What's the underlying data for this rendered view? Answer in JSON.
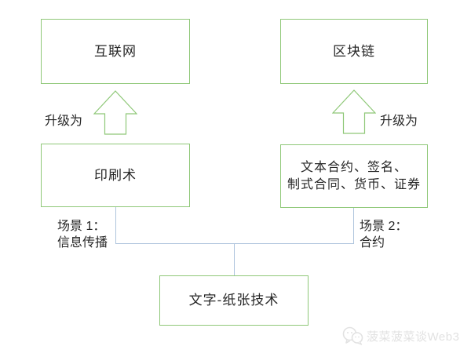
{
  "diagram": {
    "background": "#ffffff",
    "colors": {
      "box_border": "#8fc878",
      "arrow_stroke": "#8fc878",
      "connector_line": "#aec4dd",
      "text": "#262626",
      "watermark": "#e2e2e2"
    },
    "nodes": {
      "internet": {
        "label": "互联网"
      },
      "blockchain": {
        "label": "区块链"
      },
      "printing": {
        "label": "印刷术"
      },
      "contracts": {
        "line1": "文本合约、签名、",
        "line2": "制式合同、货币、证券"
      },
      "paper": {
        "label": "文字-纸张技术"
      }
    },
    "arrows": {
      "left": {
        "label": "升级为",
        "direction": "up",
        "icon": "block-arrow-up-icon"
      },
      "right": {
        "label": "升级为",
        "direction": "up",
        "icon": "block-arrow-up-icon"
      }
    },
    "scenes": {
      "scene1": {
        "line1": "场景 1：",
        "line2": "信息传播"
      },
      "scene2": {
        "line1": "场景 2：",
        "line2": "合约"
      }
    },
    "watermark": {
      "logo_icon": "chat-bubbles-icon",
      "text": "菠菜菠菜谈Web3"
    }
  }
}
